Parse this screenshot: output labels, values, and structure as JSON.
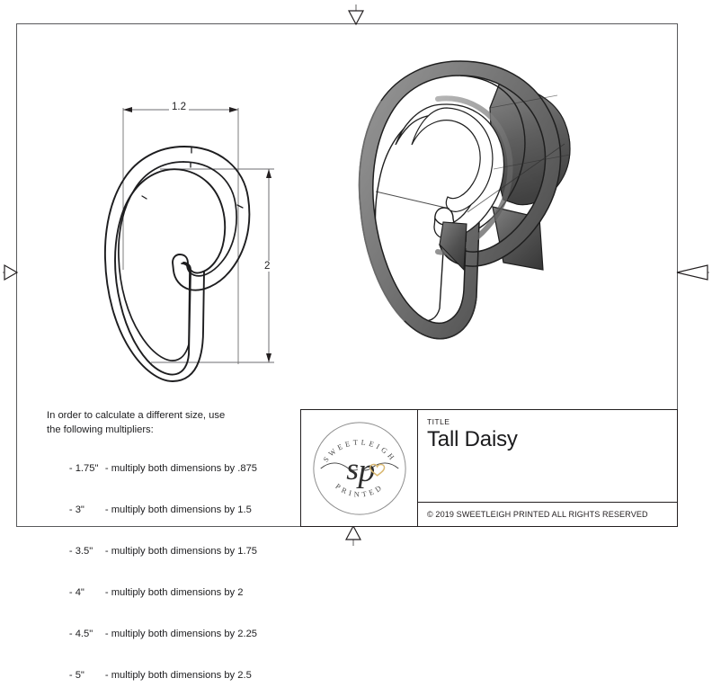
{
  "sheet": {
    "title": "Tall Daisy",
    "edge_markers": [
      {
        "name": "top-center-arrow",
        "direction": "down"
      },
      {
        "name": "bottom-center-arrow",
        "direction": "up"
      },
      {
        "name": "left-center-arrow",
        "direction": "right"
      },
      {
        "name": "right-center-arrow",
        "direction": "left"
      }
    ]
  },
  "drawing": {
    "part_name": "Tall Daisy",
    "view_2d_name": "outline-profile",
    "view_3d_name": "isometric-render",
    "dimensions": {
      "width_label": "1.2",
      "height_label": "2",
      "units": "inches"
    },
    "colors": {
      "line": "#1d1d1f",
      "dimension_line": "#6e6e70",
      "render_dark": "#3a3a3a",
      "render_mid": "#5f5f5f",
      "render_light": "#8c8c8c"
    }
  },
  "notes": {
    "intro": "In order to calculate a different size, use\nthe following multipliers:",
    "items": [
      {
        "size": "- 1.75\"",
        "text": "- multiply both dimensions by .875"
      },
      {
        "size": "- 3\"",
        "text": "- multiply both dimensions by 1.5"
      },
      {
        "size": "- 3.5\"",
        "text": "- multiply both dimensions by 1.75"
      },
      {
        "size": "- 4\"",
        "text": "- multiply both dimensions by 2"
      },
      {
        "size": "- 4.5\"",
        "text": "- multiply both dimensions by 2.25"
      },
      {
        "size": "- 5\"",
        "text": "- multiply both dimensions by 2.5"
      }
    ]
  },
  "title_block": {
    "title_label": "TITLE",
    "title_value": "Tall Daisy",
    "copyright": "© 2019  SWEETLEIGH PRINTED  ALL RIGHTS RESERVED",
    "logo": {
      "name": "sweetleigh-printed-logo",
      "top_arc_text": "SWEETLEIGH",
      "bottom_arc_text": "PRINTED",
      "monogram": "sp",
      "accent_color": "#d9b871"
    }
  }
}
